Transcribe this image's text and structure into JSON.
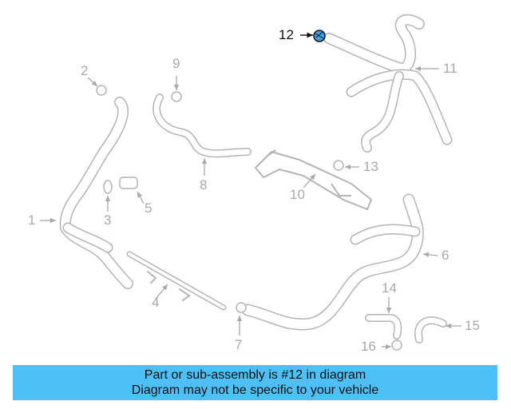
{
  "diagram": {
    "callouts": [
      {
        "label": "1",
        "active": false
      },
      {
        "label": "2",
        "active": false
      },
      {
        "label": "3",
        "active": false
      },
      {
        "label": "4",
        "active": false
      },
      {
        "label": "5",
        "active": false
      },
      {
        "label": "6",
        "active": false
      },
      {
        "label": "7",
        "active": false
      },
      {
        "label": "8",
        "active": false
      },
      {
        "label": "9",
        "active": false
      },
      {
        "label": "10",
        "active": false
      },
      {
        "label": "11",
        "active": false
      },
      {
        "label": "12",
        "active": true
      },
      {
        "label": "13",
        "active": false
      },
      {
        "label": "14",
        "active": false
      },
      {
        "label": "15",
        "active": false
      },
      {
        "label": "16",
        "active": false
      }
    ],
    "colors": {
      "part_outline": "#b4b4b4",
      "highlight": "#3aa3e8",
      "banner": "#4fbff7"
    }
  },
  "banner": {
    "line1": "Part or sub-assembly is #12 in diagram",
    "line2": "Diagram may not be specific to your vehicle"
  }
}
